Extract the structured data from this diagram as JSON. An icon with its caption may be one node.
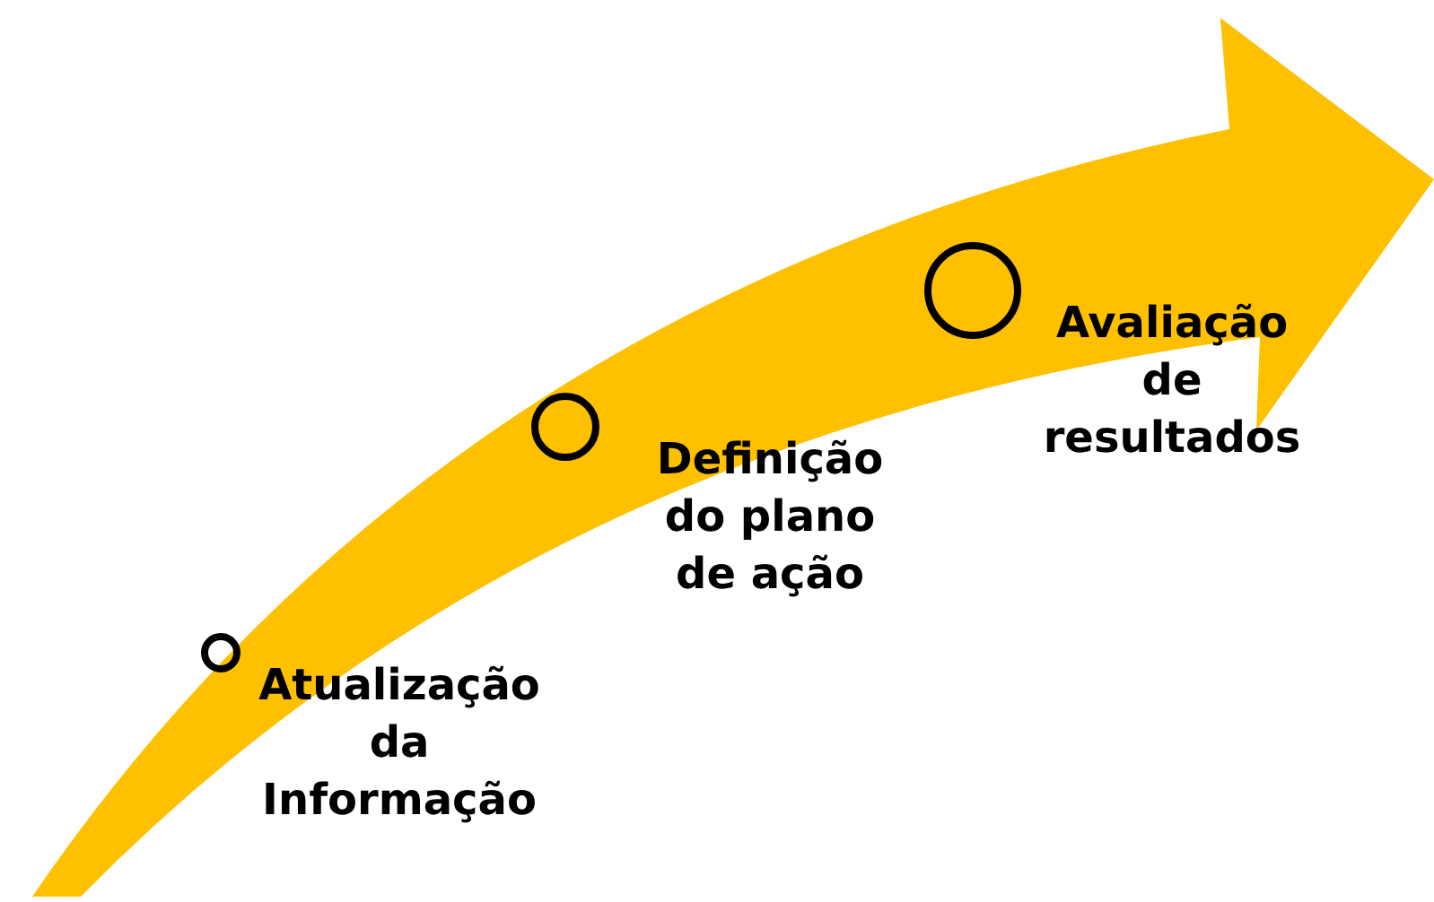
{
  "diagram": {
    "nodes": [
      {
        "text": [],
        "shape": "circle",
        "beside": [
          "Atualização da Informação"
        ]
      },
      {
        "text": [],
        "shape": "circle",
        "beside": [
          "Definição do plano de ação"
        ]
      },
      {
        "text": [],
        "shape": "circle",
        "beside": [
          "Avaliação de resultados"
        ]
      }
    ]
  }
}
